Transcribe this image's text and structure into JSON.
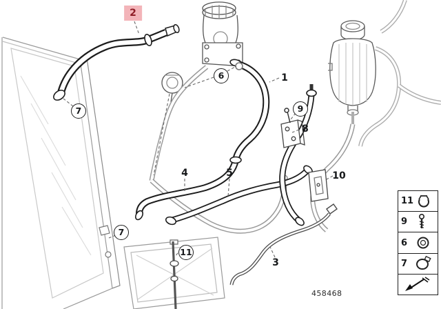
{
  "diagram": {
    "part_number": "458468",
    "callouts": [
      {
        "label": "2",
        "style": "highlighted"
      },
      {
        "label": "7",
        "style": "circled"
      },
      {
        "label": "6",
        "style": "circled"
      },
      {
        "label": "1",
        "style": "plain"
      },
      {
        "label": "9",
        "style": "circled"
      },
      {
        "label": "8",
        "style": "plain"
      },
      {
        "label": "4",
        "style": "plain"
      },
      {
        "label": "5",
        "style": "plain"
      },
      {
        "label": "10",
        "style": "plain"
      },
      {
        "label": "7",
        "style": "circled"
      },
      {
        "label": "11",
        "style": "circled"
      },
      {
        "label": "3",
        "style": "plain"
      }
    ],
    "legend": {
      "items": [
        {
          "label": "11",
          "icon": "hose-clamp-icon"
        },
        {
          "label": "9",
          "icon": "screw-icon"
        },
        {
          "label": "6",
          "icon": "profile-gasket-icon"
        },
        {
          "label": "7",
          "icon": "clamp-ring-icon"
        }
      ],
      "direction_icon": "direction-arrow-icon"
    },
    "colors": {
      "highlight_bg": "#f3b4b9",
      "highlight_text": "#8f1d26",
      "line_dark": "#1c1c1c",
      "line_gray": "#9a9a9a"
    }
  }
}
